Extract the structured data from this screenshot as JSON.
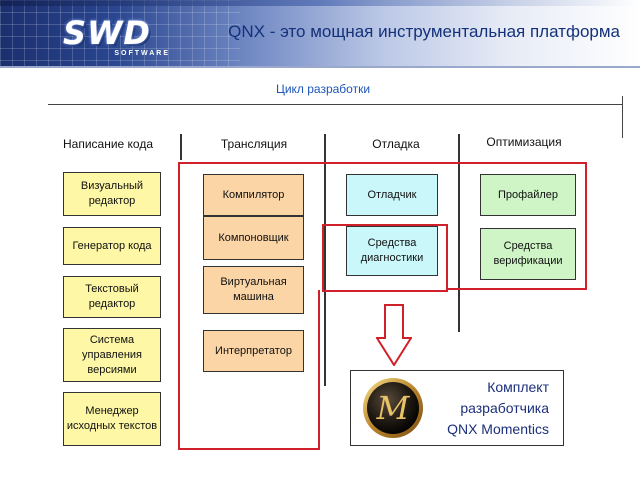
{
  "header": {
    "logo_text": "SWD",
    "logo_sub": "SOFTWARE",
    "title": "QNX - это мощная инструментальная платформа"
  },
  "subtitle": "Цикл разработки",
  "columns": [
    {
      "label": "Написание кода"
    },
    {
      "label": "Трансляция"
    },
    {
      "label": "Отладка"
    },
    {
      "label": "Оптимизация"
    }
  ],
  "coding": [
    {
      "label": "Визуальный редактор"
    },
    {
      "label": "Генератор кода"
    },
    {
      "label": "Текстовый редактор"
    },
    {
      "label": "Система управления версиями"
    },
    {
      "label": "Менеджер исходных текстов"
    }
  ],
  "translation": [
    {
      "label": "Компилятор"
    },
    {
      "label": "Компоновщик"
    },
    {
      "label": "Виртуальная машина"
    },
    {
      "label": "Интерпретатор"
    }
  ],
  "debugging": [
    {
      "label": "Отладчик"
    },
    {
      "label": "Средства диагностики"
    }
  ],
  "optimization": [
    {
      "label": "Профайлер"
    },
    {
      "label": "Средства верификации"
    }
  ],
  "kit": {
    "emblem_letter": "M",
    "lines": [
      "Комплект",
      "разработчика",
      "QNX Momentics"
    ]
  },
  "colors": {
    "coding_fill": "#fdf7a6",
    "translation_fill": "#fbd5a6",
    "debugging_fill": "#c9f7fa",
    "optimization_fill": "#cff5c6",
    "highlight_outline": "#d0202a",
    "title_color": "#14327a"
  }
}
